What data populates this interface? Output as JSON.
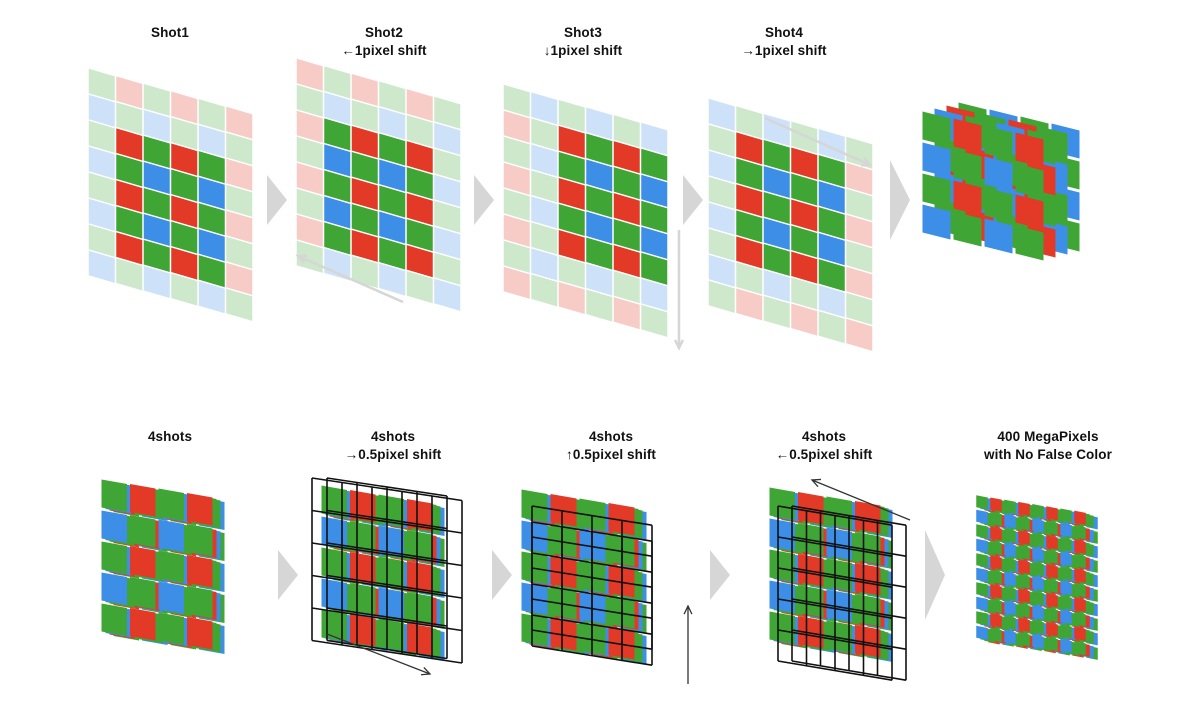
{
  "colors": {
    "red": "#e23a26",
    "green": "#3fa535",
    "blue": "#3c8ee6",
    "arrow": "#d6d6d6",
    "grid": "#111111"
  },
  "top_row": [
    {
      "title": "Shot1",
      "subtitle": ""
    },
    {
      "title": "Shot2",
      "subtitle": "←1pixel shift"
    },
    {
      "title": "Shot3",
      "subtitle": "↓1pixel shift"
    },
    {
      "title": "Shot4",
      "subtitle": "→1pixel shift"
    },
    {
      "title": "",
      "subtitle": ""
    }
  ],
  "bottom_row": [
    {
      "title": "4shots",
      "subtitle": ""
    },
    {
      "title": "4shots",
      "subtitle": "→0.5pixel shift"
    },
    {
      "title": "4shots",
      "subtitle": "↑0.5pixel shift"
    },
    {
      "title": "4shots",
      "subtitle": "←0.5pixel shift"
    },
    {
      "title": "400 MegaPixels",
      "subtitle": "with No False Color"
    }
  ]
}
